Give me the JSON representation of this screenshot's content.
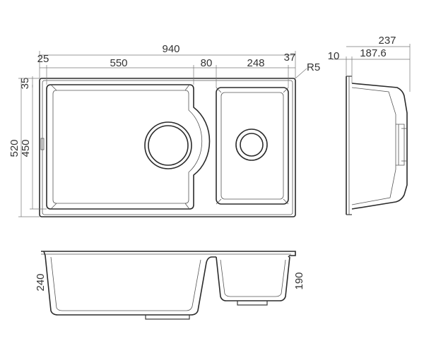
{
  "dimensions": {
    "overall_width": "940",
    "left_margin": "25",
    "main_bowl_width": "550",
    "divider_width": "80",
    "second_bowl_width": "248",
    "right_margin": "37",
    "corner_radius": "R5",
    "top_margin": "35",
    "overall_depth": "520",
    "bowl_depth": "450",
    "side_total": "237",
    "side_flange": "10",
    "side_body": "187.6",
    "main_bowl_height": "240",
    "second_bowl_height": "190"
  },
  "colors": {
    "line": "#3a3a3a",
    "dimension": "#777777",
    "text": "#333333"
  }
}
